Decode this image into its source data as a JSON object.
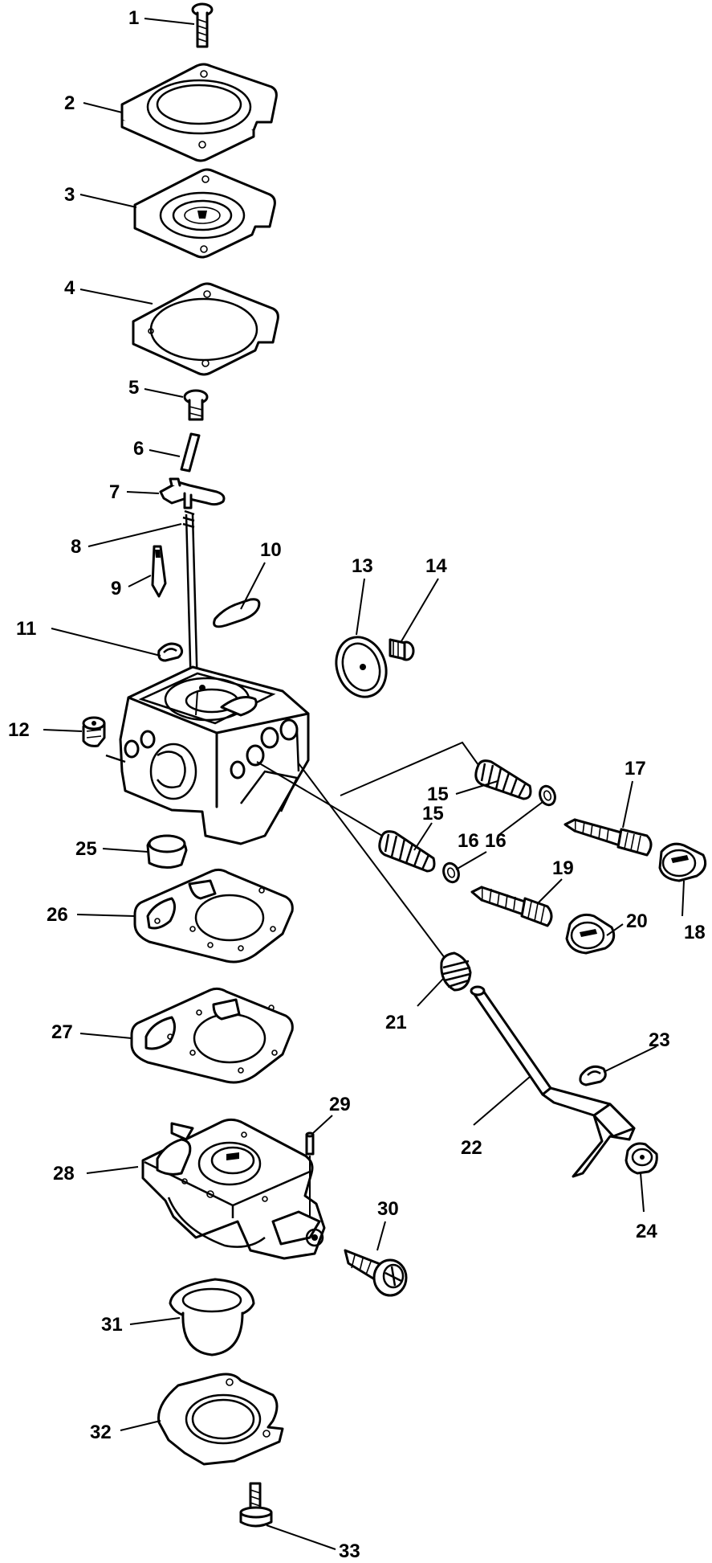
{
  "callouts": {
    "c1": "1",
    "c2": "2",
    "c3": "3",
    "c4": "4",
    "c5": "5",
    "c6": "6",
    "c7": "7",
    "c8": "8",
    "c9": "9",
    "c10": "10",
    "c11": "11",
    "c12": "12",
    "c13": "13",
    "c14": "14",
    "c15a": "15",
    "c15b": "15",
    "c16a": "16",
    "c16b": "16",
    "c17": "17",
    "c18": "18",
    "c19": "19",
    "c20": "20",
    "c21": "21",
    "c22": "22",
    "c23": "23",
    "c24": "24",
    "c25": "25",
    "c26": "26",
    "c27": "27",
    "c28": "28",
    "c29": "29",
    "c30": "30",
    "c31": "31",
    "c32": "32",
    "c33": "33"
  },
  "style": {
    "line_color": "#000000",
    "background": "#ffffff"
  }
}
